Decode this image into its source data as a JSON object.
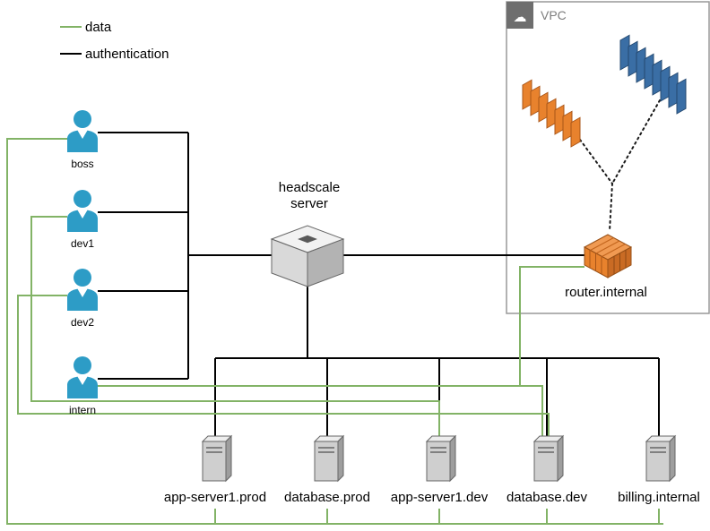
{
  "legend": {
    "items": [
      {
        "label": "data",
        "color": "#82B366"
      },
      {
        "label": "authentication",
        "color": "#000000"
      }
    ]
  },
  "users": [
    {
      "label": "boss"
    },
    {
      "label": "dev1"
    },
    {
      "label": "dev2"
    },
    {
      "label": "intern"
    }
  ],
  "headscale": {
    "line1": "headscale",
    "line2": "server"
  },
  "vpc": {
    "label": "VPC",
    "cloud_glyph": "☁",
    "router": {
      "label": "router.internal"
    }
  },
  "servers": [
    {
      "label": "app-server1.prod"
    },
    {
      "label": "database.prod"
    },
    {
      "label": "app-server1.dev"
    },
    {
      "label": "database.dev"
    },
    {
      "label": "billing.internal"
    }
  ],
  "colors": {
    "data_edge": "#82B366",
    "auth_edge": "#000000",
    "user_icon": "#2D9CC6",
    "orange": "#E8822D",
    "blue": "#3A6EA5",
    "vpc_border": "#999999"
  }
}
